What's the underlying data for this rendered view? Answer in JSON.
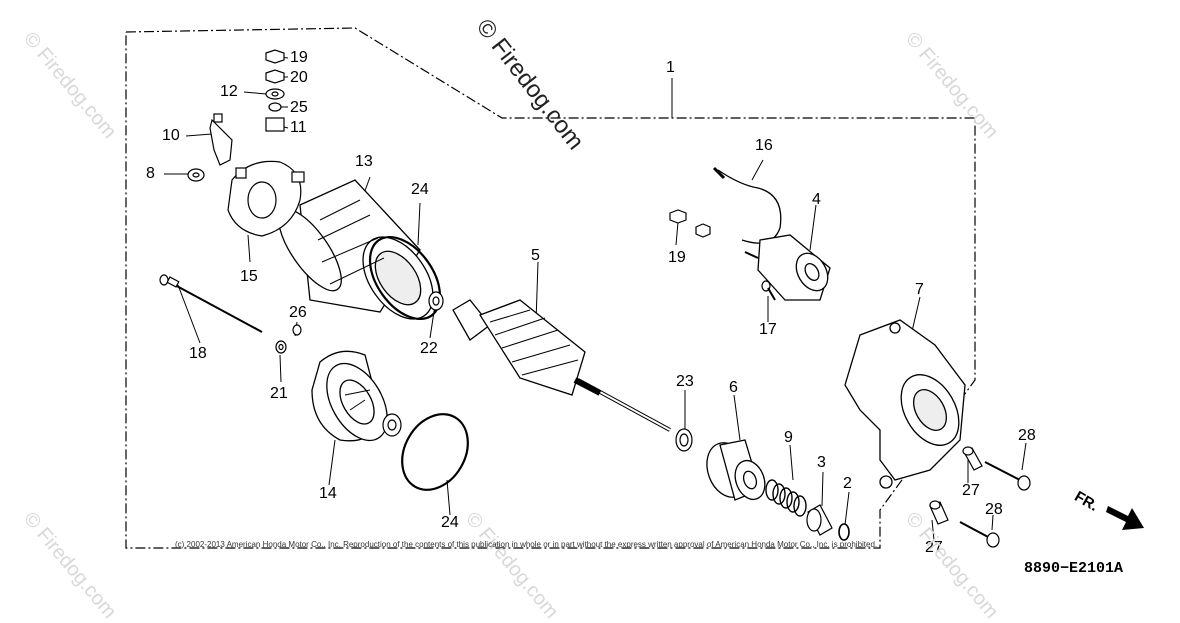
{
  "diagram": {
    "watermark_main": "© Firedog.com",
    "watermark_corner": "© Firedog.com",
    "copyright": "(c) 2002-2013 American Honda Motor Co., Inc. Reproduction of the contents of this publication in whole or in part without the express written approval of American Honda Motor Co., Inc. is prohibited.",
    "diagram_code": "8890−E2101A",
    "direction_label": "FR.",
    "callouts": [
      "1",
      "2",
      "3",
      "4",
      "5",
      "6",
      "7",
      "8",
      "9",
      "10",
      "11",
      "12",
      "13",
      "14",
      "15",
      "16",
      "17",
      "18",
      "19",
      "19",
      "20",
      "21",
      "22",
      "23",
      "24",
      "24",
      "25",
      "26",
      "27",
      "27",
      "28",
      "28"
    ]
  }
}
